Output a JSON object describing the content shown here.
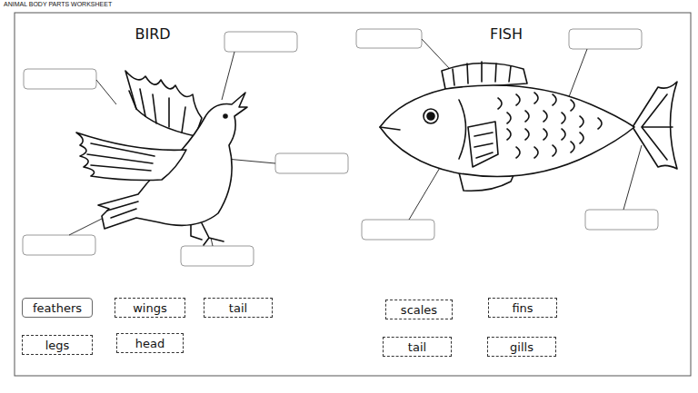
{
  "diagram": {
    "title": "ANIMAL BODY PARTS WORKSHEET",
    "nodes": [
      {
        "text": [
          "feathers"
        ]
      },
      {
        "text": [
          "wings"
        ]
      },
      {
        "text": [
          "tail"
        ]
      },
      {
        "text": [
          "legs"
        ]
      },
      {
        "text": [
          "head"
        ]
      },
      {
        "text": [
          "scales"
        ]
      },
      {
        "text": [
          "fins"
        ]
      },
      {
        "text": [
          "tail"
        ]
      },
      {
        "text": [
          "gills"
        ]
      }
    ],
    "labels": [
      "BIRD",
      "FISH"
    ]
  }
}
